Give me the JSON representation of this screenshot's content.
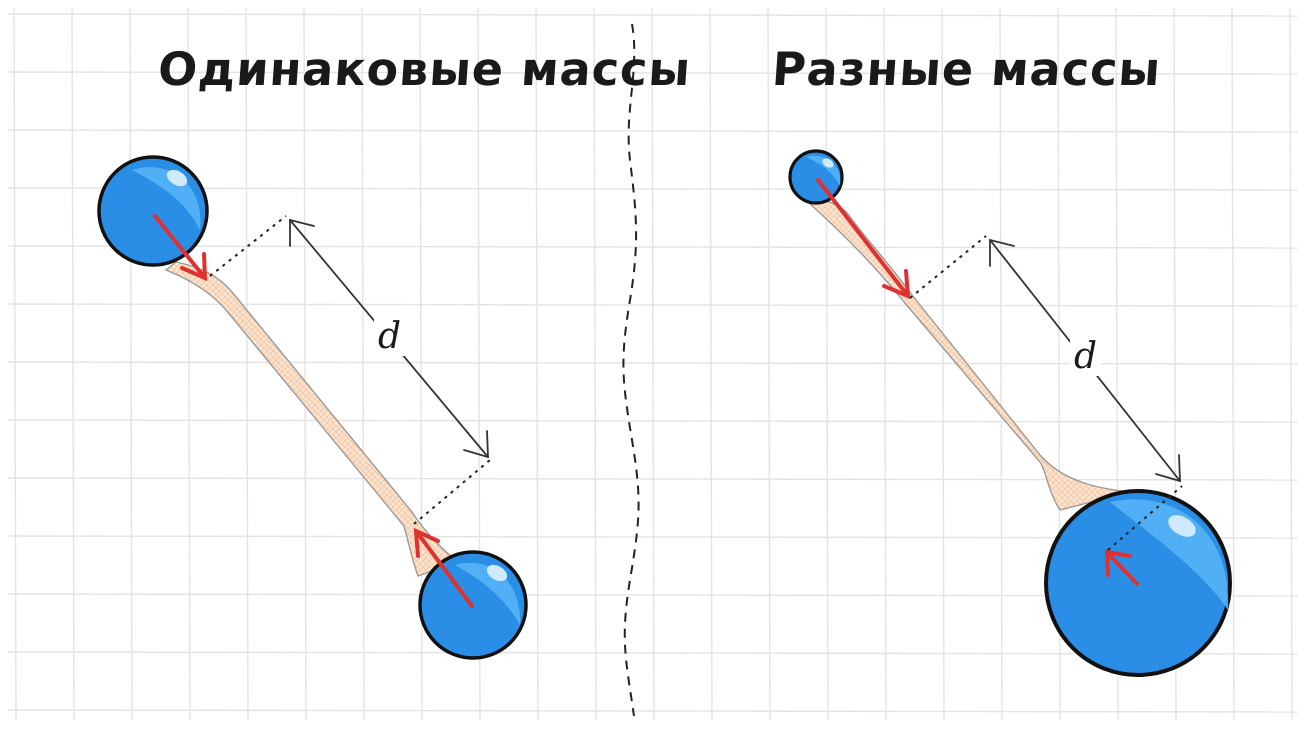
{
  "panels": {
    "left": {
      "title": "Одинаковые массы",
      "distance_label": "d"
    },
    "right": {
      "title": "Разные массы",
      "distance_label": "d"
    }
  },
  "colors": {
    "grid": "#e3e3e3",
    "ball_fill": "#2a8ee6",
    "ball_highlight": "#55b2f7",
    "ball_outline": "#111111",
    "bridge_fill": "#fbe3cf",
    "bridge_outline": "#9a9a9a",
    "force_arrow": "#e03131",
    "distance_arrow": "#333333",
    "divider": "#222222"
  },
  "icons": {
    "force": "red-arrow",
    "distance": "double-headed-arrow"
  }
}
